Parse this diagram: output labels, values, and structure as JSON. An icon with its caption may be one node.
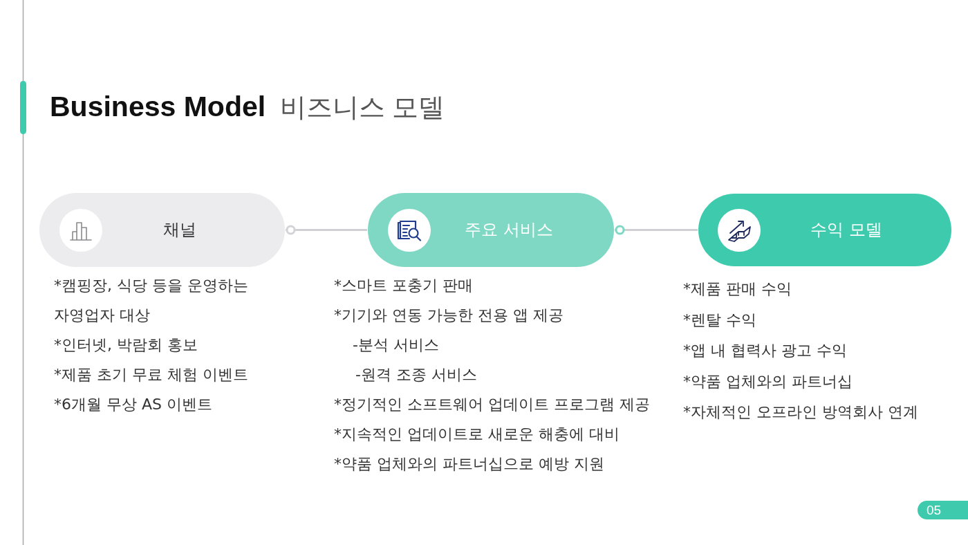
{
  "diagram": {
    "title": "**Business Model** 비즈니스 모델",
    "nodes": [
      {
        "text": [
          "채널"
        ],
        "beside": [
          "*캠핑장, 식당 등을 운영하는 자영업자 대상",
          "*인터넷, 박람회 홍보",
          "*제품 초기 무료 체험 이벤트",
          "*6개월 무상 AS 이벤트"
        ]
      },
      {
        "text": [
          "주요 서비스"
        ],
        "beside": [
          "*스마트 포충기 판매",
          "*기기와 연동 가능한 전용 앱 제공",
          "-분석 서비스",
          "-원격 조종 서비스",
          "*정기적인 소프트웨어 업데이트 프로그램 제공",
          "*지속적인 업데이트로 새로운 해충에 대비",
          "*약품 업체와의 파트너십으로 예방 지원"
        ]
      },
      {
        "text": [
          "수익 모델"
        ],
        "beside": [
          "*제품 판매 수익",
          "*렌탈 수익",
          "*앱 내 협력사 광고 수익",
          "*약품 업체와의 파트너십",
          "*자체적인 오프라인 방역회사 연계"
        ]
      }
    ],
    "edges": [
      {
        "from": 0,
        "to": 1,
        "arrow": "other"
      },
      {
        "from": 1,
        "to": 2,
        "arrow": "other"
      }
    ],
    "labels": [
      "05"
    ]
  }
}
